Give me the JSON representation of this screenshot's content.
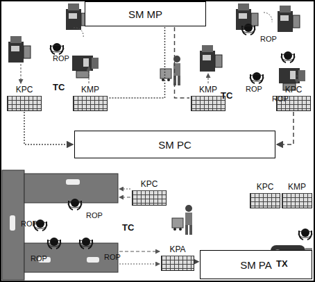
{
  "diagram": {
    "nodes": [
      {
        "text": [
          "SM MP"
        ]
      },
      {
        "text": [
          "KPC"
        ]
      },
      {
        "text": [
          "KMP"
        ]
      },
      {
        "text": [
          "KMP"
        ]
      },
      {
        "text": [
          "KPC"
        ]
      },
      {
        "text": [
          "SM PC"
        ]
      },
      {
        "text": [
          "KPC"
        ]
      },
      {
        "text": [
          "KPC"
        ]
      },
      {
        "text": [
          "KMP"
        ]
      },
      {
        "text": [
          "KPA"
        ]
      },
      {
        "text": [
          "SM PA"
        ]
      }
    ],
    "edges": [
      {
        "from": 0,
        "to": 2,
        "arrow": "none"
      },
      {
        "from": 0,
        "to": 3,
        "arrow": "none"
      },
      {
        "from": 1,
        "to": 5,
        "arrow": "to"
      },
      {
        "from": 4,
        "to": 5,
        "arrow": "to"
      },
      {
        "from": 9,
        "to": 10,
        "arrow": "to"
      }
    ],
    "labels": [
      "ROP",
      "TC",
      "ROP",
      "ROP",
      "ROP",
      "TC",
      "ROP",
      "ROP",
      "ROP",
      "ROP",
      "TC",
      "TX"
    ]
  }
}
